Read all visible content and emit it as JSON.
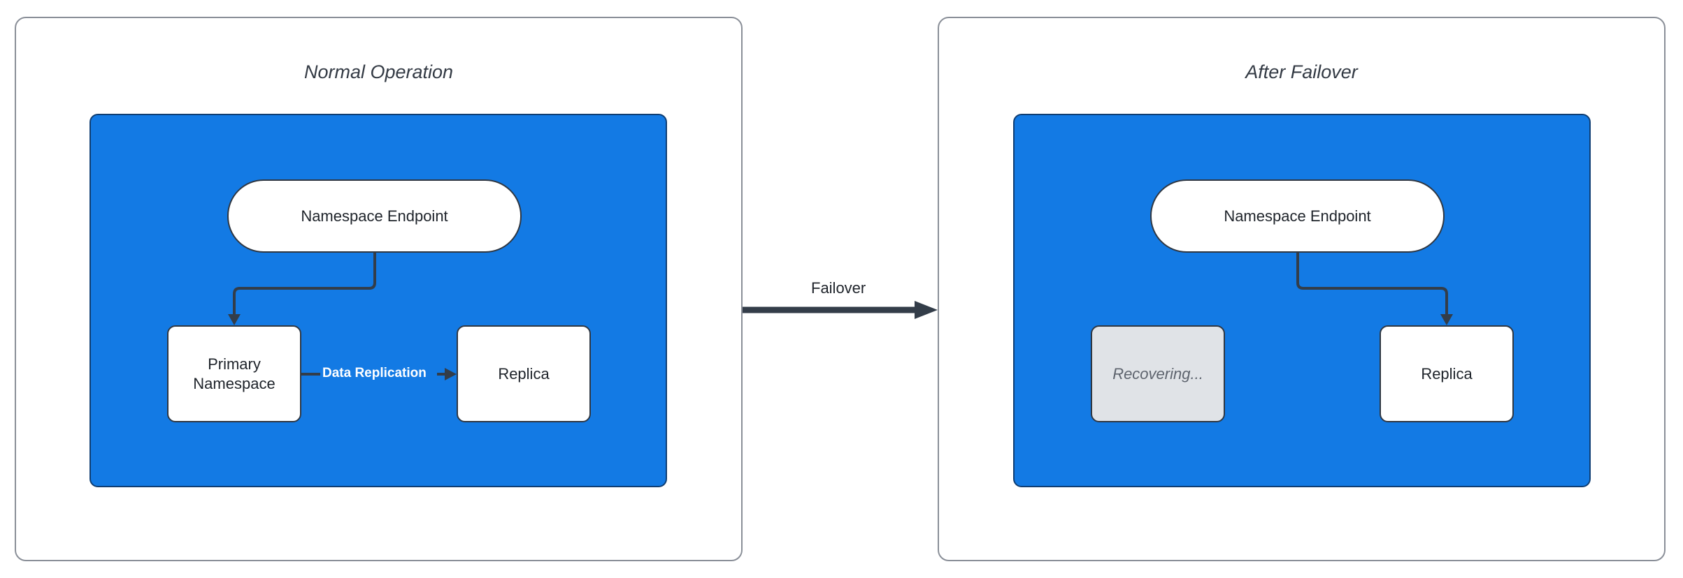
{
  "panels": {
    "left": {
      "title": "Normal Operation",
      "endpoint": "Namespace Endpoint",
      "primary": "Primary\nNamespace",
      "replica": "Replica",
      "replication_label": "Data Replication"
    },
    "right": {
      "title": "After Failover",
      "endpoint": "Namespace Endpoint",
      "recovering": "Recovering...",
      "replica": "Replica"
    }
  },
  "transition": {
    "label": "Failover"
  },
  "colors": {
    "region_fill": "#137ae4",
    "node_fill": "#ffffff",
    "recovering_fill": "#e0e3e7",
    "arrow": "#333d49",
    "panel_border": "#8a8f98"
  }
}
